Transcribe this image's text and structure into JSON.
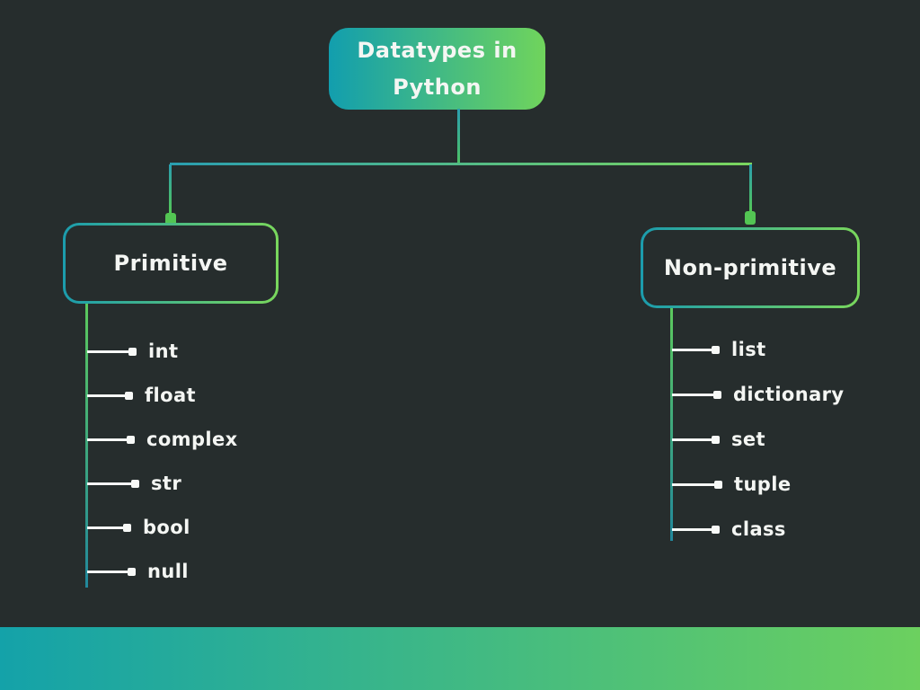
{
  "diagram": {
    "title": "Datatypes in Python",
    "title_lines": {
      "line1": "Datatypes in",
      "line2": "Python"
    },
    "branches": [
      {
        "label": "Primitive",
        "items": [
          "int",
          "float",
          "complex",
          "str",
          "bool",
          "null"
        ]
      },
      {
        "label": "Non-primitive",
        "items": [
          "list",
          "dictionary",
          "set",
          "tuple",
          "class"
        ]
      }
    ],
    "colors": {
      "background": "#262d2d",
      "teal": "#129eae",
      "green": "#70d45c",
      "marker_green": "#53c553",
      "text": "#f4f6f3",
      "bottom_bar_left": "#14a2a9",
      "bottom_bar_right": "#6cd05f"
    }
  }
}
